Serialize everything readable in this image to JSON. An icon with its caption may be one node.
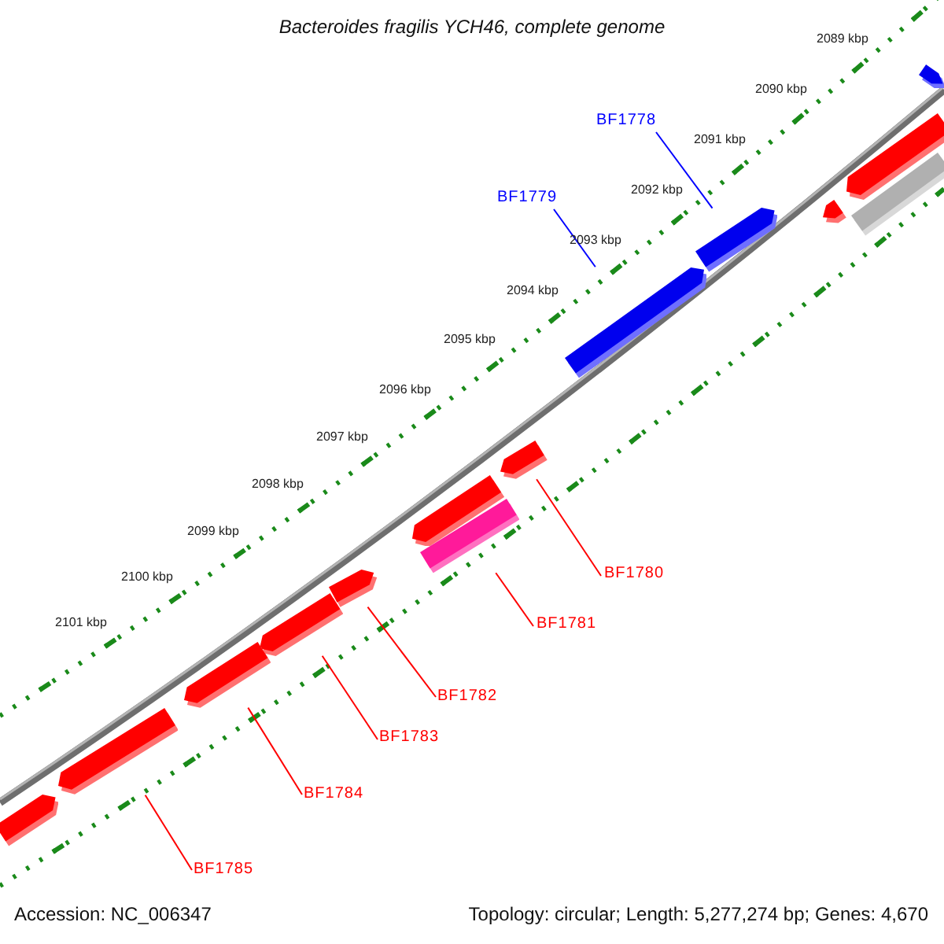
{
  "diagram": {
    "title": "Bacteroides fragilis YCH46, complete genome",
    "nodes": [
      {
        "text": [],
        "shape": "pentagon"
      },
      {
        "text": [],
        "shape": "pentagon"
      },
      {
        "text": [],
        "shape": "pentagon"
      },
      {
        "text": [],
        "shape": "bar"
      },
      {
        "text": [],
        "shape": "pentagon"
      },
      {
        "text": [],
        "shape": "pentagon"
      },
      {
        "text": [],
        "shape": "pentagon"
      },
      {
        "text": [],
        "shape": "pentagon"
      },
      {
        "text": [],
        "shape": "bar"
      },
      {
        "text": [],
        "shape": "pentagon"
      },
      {
        "text": [],
        "shape": "pentagon"
      },
      {
        "text": [],
        "shape": "pentagon"
      },
      {
        "text": [],
        "shape": "pentagon"
      },
      {
        "text": [],
        "shape": "pentagon"
      },
      {
        "text": [
          "BF1778"
        ]
      },
      {
        "text": [
          "BF1779"
        ]
      },
      {
        "text": [
          "BF1780"
        ]
      },
      {
        "text": [
          "BF1781"
        ]
      },
      {
        "text": [
          "BF1782"
        ]
      },
      {
        "text": [
          "BF1783"
        ]
      },
      {
        "text": [
          "BF1784"
        ]
      },
      {
        "text": [
          "BF1785"
        ]
      }
    ],
    "edges": [
      {
        "from": 14,
        "to": 4,
        "arrow": "none",
        "color": "#0000ff"
      },
      {
        "from": 15,
        "to": 5,
        "arrow": "none",
        "color": "#0000ff"
      },
      {
        "from": 16,
        "to": 6,
        "arrow": "none"
      },
      {
        "from": 17,
        "to": 8,
        "arrow": "none"
      },
      {
        "from": 18,
        "to": 9,
        "arrow": "none"
      },
      {
        "from": 19,
        "to": 10,
        "arrow": "none"
      },
      {
        "from": 20,
        "to": 11,
        "arrow": "none"
      },
      {
        "from": 21,
        "to": 12,
        "arrow": "none"
      }
    ],
    "labels": [
      "2089 kbp",
      "2090 kbp",
      "2091 kbp",
      "2092 kbp",
      "2093 kbp",
      "2094 kbp",
      "2095 kbp",
      "2096 kbp",
      "2097 kbp",
      "2098 kbp",
      "2099 kbp",
      "2100 kbp",
      "2101 kbp",
      "Accession: NC_006347",
      "Topology: circular; Length: 5,277,274 bp; Genes: 4,670"
    ]
  }
}
